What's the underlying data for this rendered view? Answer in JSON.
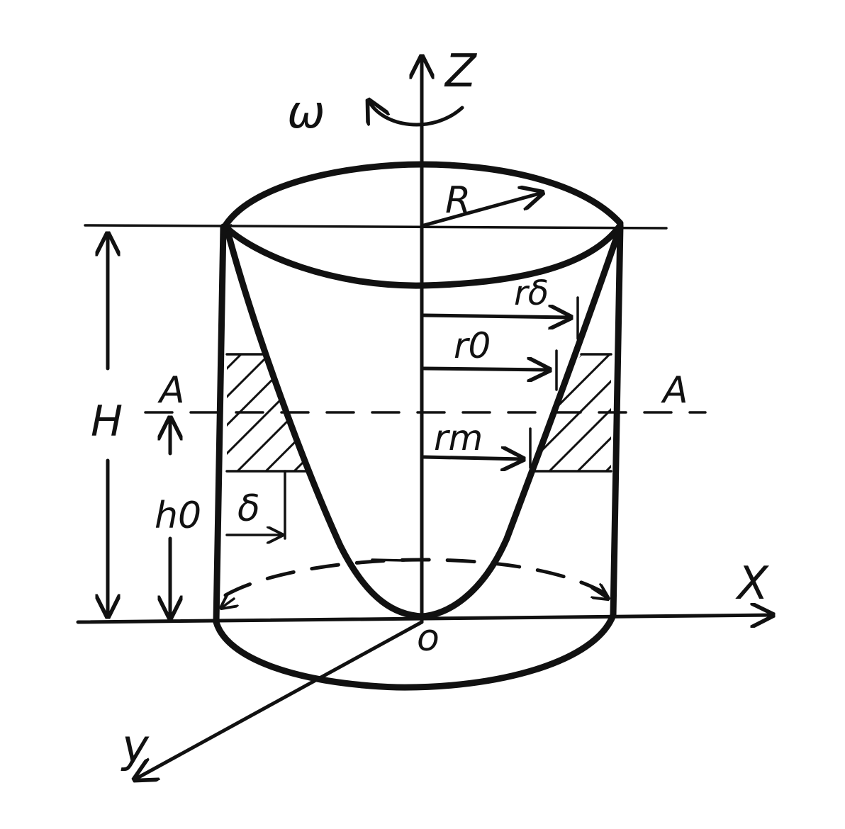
{
  "labels": {
    "axis_z": "Z",
    "axis_x": "X",
    "axis_y": "y",
    "origin": "o",
    "omega": "ω",
    "radius": "R",
    "height": "H",
    "section_left": "A",
    "section_right": "A",
    "r_delta": "rδ",
    "r_0": "r0",
    "r_m": "rm",
    "h_0": "h0",
    "delta": "δ"
  },
  "colors": {
    "ink": "#111111",
    "paper": "#ffffff"
  }
}
